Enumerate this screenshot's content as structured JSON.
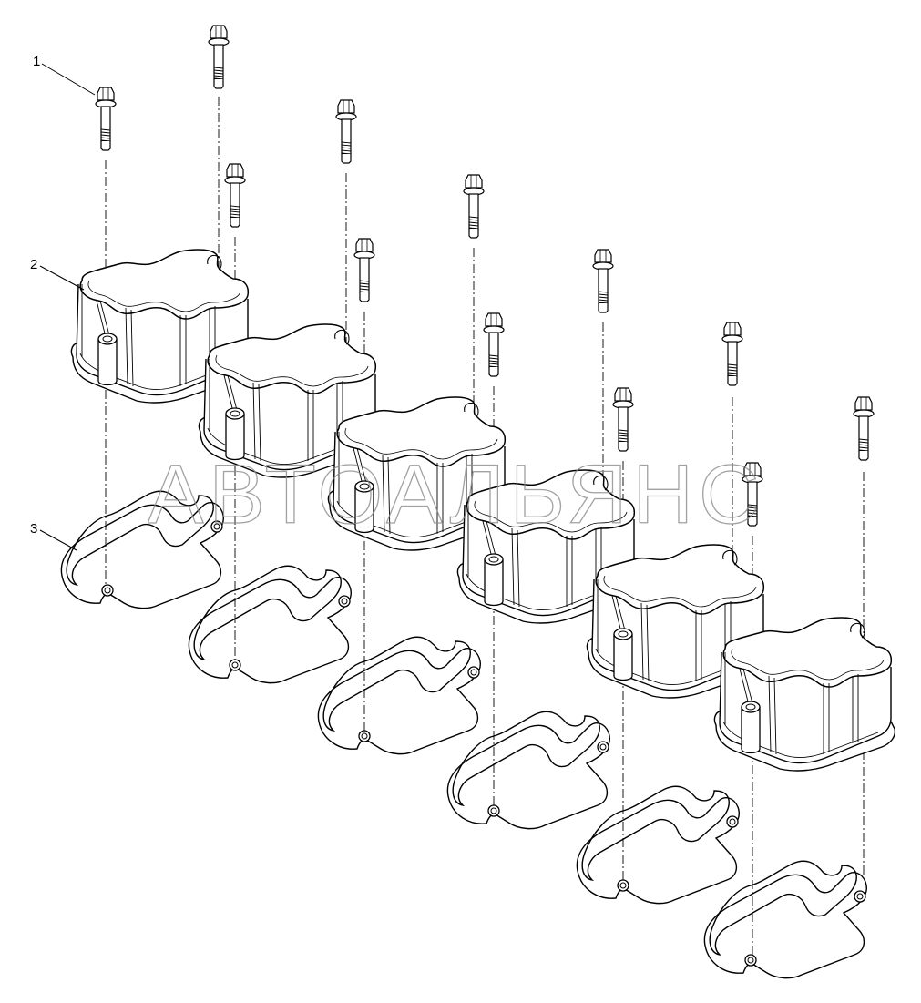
{
  "diagram": {
    "callouts": [
      {
        "id": "1",
        "label": "1",
        "part": "bolt"
      },
      {
        "id": "2",
        "label": "2",
        "part": "valve-cover"
      },
      {
        "id": "3",
        "label": "3",
        "part": "gasket"
      }
    ],
    "watermark": "АВТОАЛЬЯНС",
    "line_color": "#000000",
    "watermark_color": "#8a8a8a",
    "assemblies": [
      {
        "index": 1
      },
      {
        "index": 2
      },
      {
        "index": 3
      },
      {
        "index": 4
      },
      {
        "index": 5
      },
      {
        "index": 6
      }
    ]
  }
}
